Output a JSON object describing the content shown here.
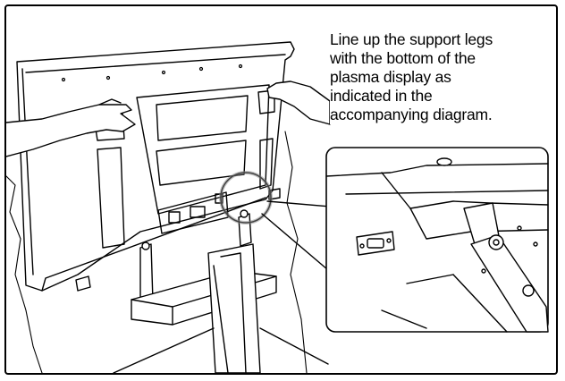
{
  "caption": {
    "lines": [
      "Line up the support legs",
      "with the bottom of the",
      "plasma display as",
      "indicated in the",
      "accompanying diagram."
    ]
  },
  "icons": [
    "hand-icon",
    "support-leg-icon",
    "magnifier-callout-icon"
  ],
  "colors": {
    "line": "#000000",
    "background": "#ffffff"
  }
}
